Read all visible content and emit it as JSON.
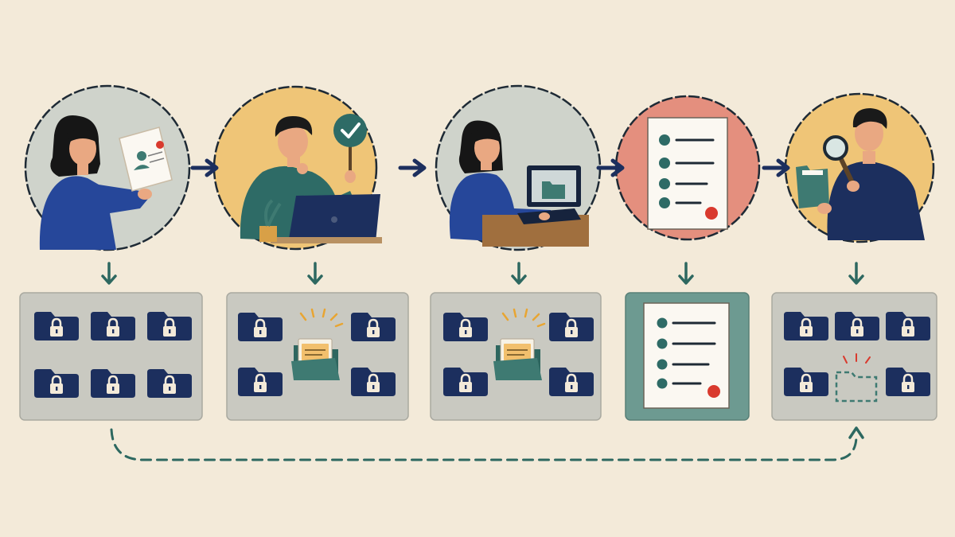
{
  "diagram": {
    "steps": [
      {
        "id": "request-access",
        "scene_icon": "person-holding-document-icon",
        "tray_state": "all-folders-locked"
      },
      {
        "id": "approval",
        "scene_icon": "person-with-approval-checkmark-icon",
        "tray_state": "one-folder-unlocked"
      },
      {
        "id": "use-access",
        "scene_icon": "person-working-on-laptop-icon",
        "tray_state": "one-folder-unlocked"
      },
      {
        "id": "record",
        "scene_icon": "checklist-document-icon",
        "tray_state": "checklist-document"
      },
      {
        "id": "review",
        "scene_icon": "person-inspecting-with-magnifier-icon",
        "tray_state": "folder-access-removed"
      }
    ],
    "connectors": {
      "between_steps": "right-arrow-icon",
      "down_to_tray": "down-arrow-icon",
      "return_path": "dashed-return-arrow"
    },
    "colors": {
      "background": "#f3ead9",
      "navy": "#1c2f5e",
      "teal": "#3e7a72",
      "tray": "#c9c9c1",
      "tray_teal": "#6d9a91",
      "accent_red": "#d93a2e",
      "circle_grey": "#cfd3cb",
      "circle_yellow": "#efc577",
      "circle_salmon": "#e48f7e"
    }
  }
}
